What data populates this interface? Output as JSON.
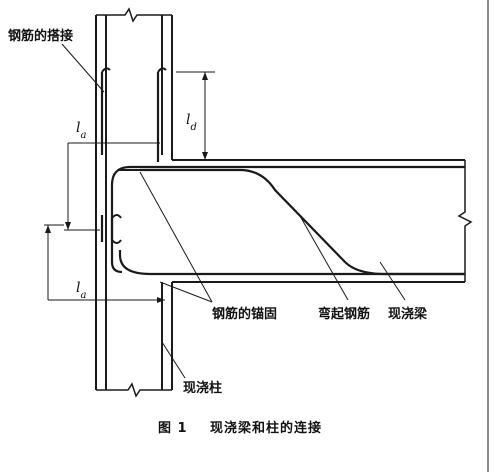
{
  "labels": {
    "lap_splice": "钢筋的搭接",
    "anchorage": "钢筋的锚固",
    "bent_bar": "弯起钢筋",
    "cast_beam": "现浇梁",
    "cast_column": "现浇柱"
  },
  "dimensions": {
    "la_top": "l",
    "la_top_sub": "a",
    "la_bottom": "l",
    "la_bottom_sub": "a",
    "ld": "l",
    "ld_sub": "d"
  },
  "caption": {
    "figure": "图 1",
    "title": "现浇梁和柱的连接"
  }
}
